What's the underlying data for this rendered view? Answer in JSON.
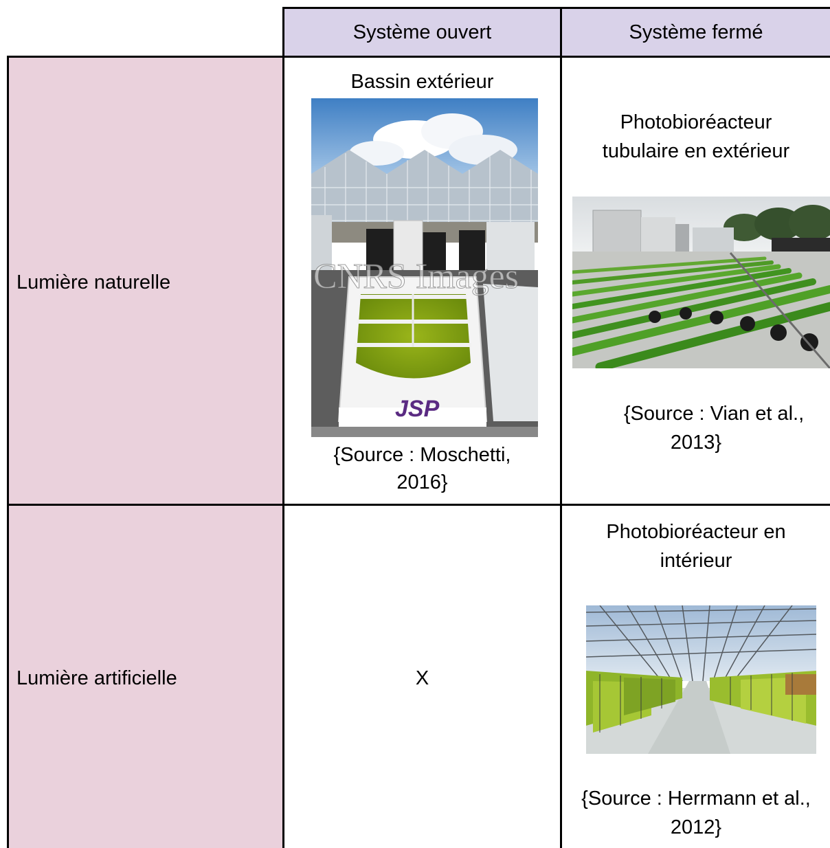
{
  "table": {
    "header": {
      "col_open": "Système ouvert",
      "col_closed": "Système fermé"
    },
    "rows": [
      {
        "label": "Lumière naturelle",
        "open": {
          "title": "Bassin extérieur",
          "image_icon": "open-pond-photo",
          "watermark": "CNRS Images",
          "logo": "JSP",
          "source_line1": "{Source : Moschetti,",
          "source_line2": "2016}"
        },
        "closed": {
          "title_line1": "Photobioréacteur",
          "title_line2": "tubulaire en extérieur",
          "image_icon": "tubular-photobioreactor-photo",
          "source_line1": "{Source : Vian et al.,",
          "source_line2": "2013}"
        }
      },
      {
        "label": "Lumière artificielle",
        "open": {
          "value": "X"
        },
        "closed": {
          "title_line1": "Photobioréacteur en",
          "title_line2": "intérieur",
          "image_icon": "indoor-photobioreactor-photo",
          "source_line1": "{Source : Herrmann et al.,",
          "source_line2": "2012}"
        }
      }
    ]
  },
  "colors": {
    "header_fill": "#d9d2e9",
    "row_header_fill": "#ead1dc",
    "border": "#000000"
  }
}
